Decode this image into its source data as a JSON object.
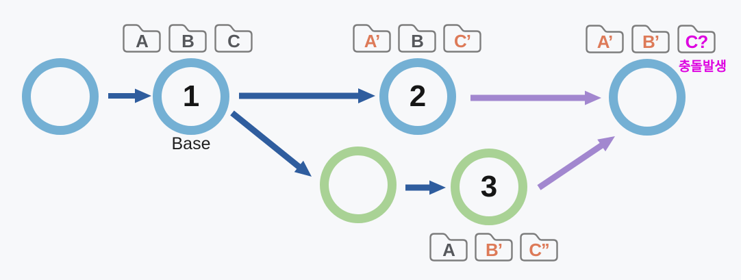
{
  "diagram": {
    "title_hint": "branch-merge-conflict-diagram",
    "background_color": "#f7f8fa",
    "colors": {
      "commit_node_blue": "#74b0d4",
      "commit_node_green": "#a9d295",
      "arrow_blue": "#2f5d9e",
      "arrow_purple": "#a287cf",
      "folder_border": "#7d7d7d",
      "file_unchanged": "#56585c",
      "file_modified": "#dd7a58",
      "file_conflict": "#dd00e0"
    },
    "nodes": {
      "start": {
        "label": ""
      },
      "node1": {
        "label": "1",
        "caption": "Base"
      },
      "node2": {
        "label": "2"
      },
      "branch_start": {
        "label": ""
      },
      "node3": {
        "label": "3"
      },
      "merge": {
        "label": ""
      }
    },
    "folder_groups": {
      "base": {
        "items": [
          {
            "label": "A"
          },
          {
            "label": "B"
          },
          {
            "label": "C"
          }
        ]
      },
      "branch2": {
        "items": [
          {
            "label": "A’"
          },
          {
            "label": "B"
          },
          {
            "label": "C’"
          }
        ]
      },
      "merge": {
        "items": [
          {
            "label": "A’"
          },
          {
            "label": "B’"
          },
          {
            "label": "C?"
          }
        ]
      },
      "branch3": {
        "items": [
          {
            "label": "A"
          },
          {
            "label": "B’"
          },
          {
            "label": "C’’"
          }
        ]
      }
    },
    "conflict_caption": "충돌발생"
  }
}
